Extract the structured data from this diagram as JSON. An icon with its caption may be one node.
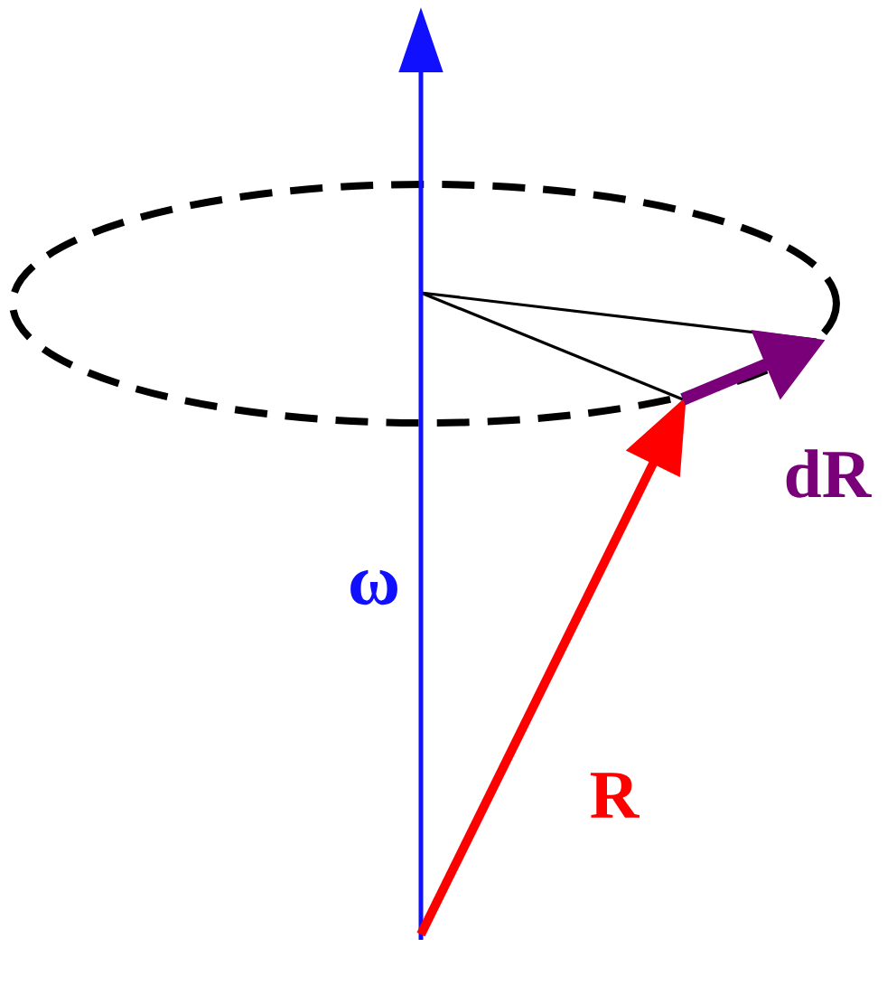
{
  "diagram": {
    "labels": [
      "ω",
      "dR",
      "R"
    ]
  }
}
